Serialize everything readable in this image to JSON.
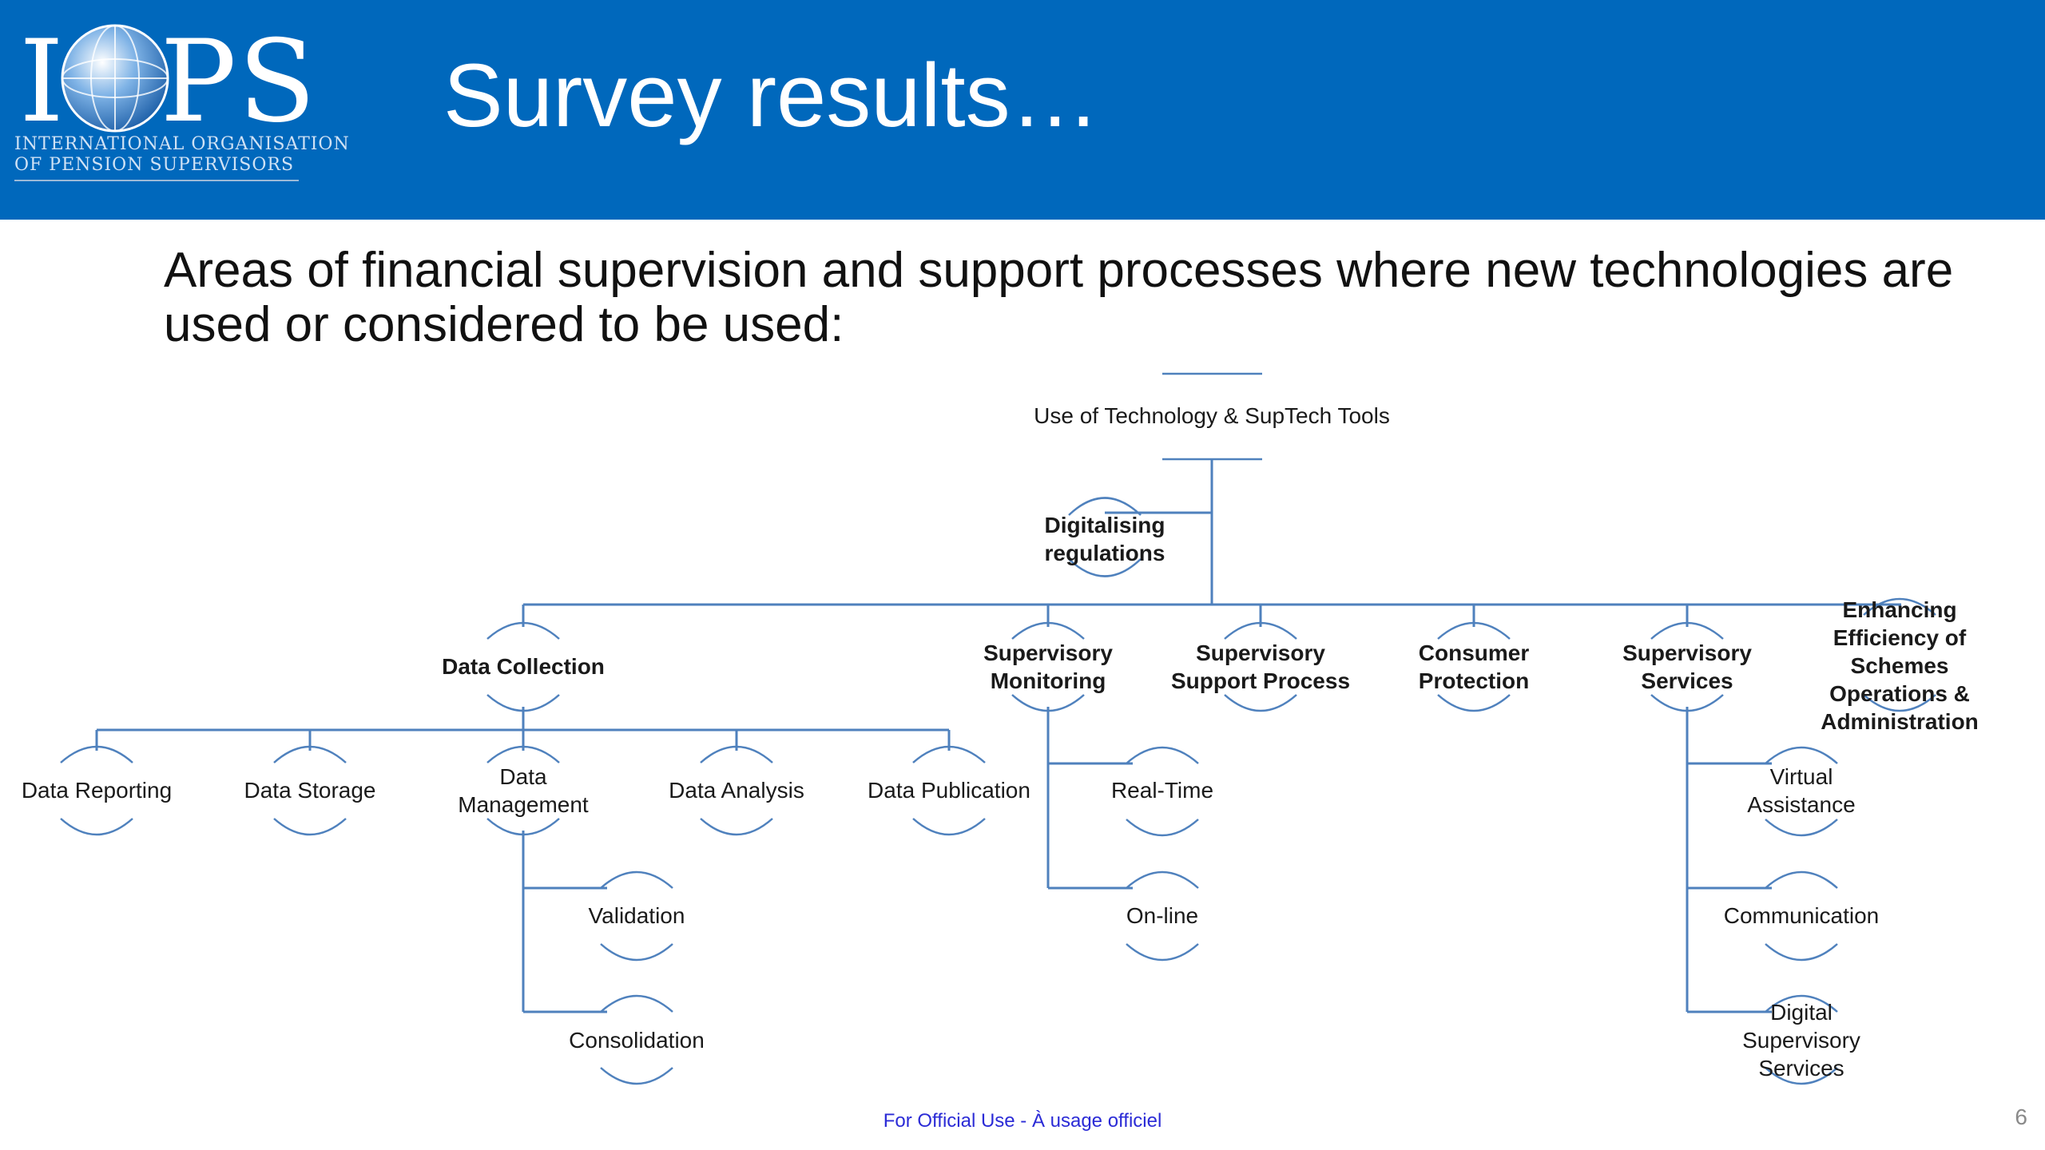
{
  "header": {
    "title": "Survey results…",
    "logo": {
      "text": "IOPS",
      "line1": "INTERNATIONAL ORGANISATION",
      "line2": "OF PENSION SUPERVISORS"
    }
  },
  "subtitle": "Areas of financial supervision and support processes where new technologies are used or considered to be used:",
  "diagram": {
    "root": "Use of Technology & SupTech Tools",
    "assistant": "Digitalising regulations",
    "branches": [
      {
        "label": "Data Collection",
        "children": [
          "Data Reporting",
          "Data Storage",
          "Data Management",
          "Data Analysis",
          "Data Publication"
        ],
        "data_management_children": [
          "Validation",
          "Consolidation"
        ]
      },
      {
        "label": "Supervisory Monitoring",
        "children": [
          "Real-Time",
          "On-line"
        ]
      },
      {
        "label": "Supervisory Support Process",
        "children": []
      },
      {
        "label": "Consumer Protection",
        "children": []
      },
      {
        "label": "Supervisory Services",
        "children": [
          "Virtual Assistance",
          "Communication",
          "Digital Supervisory Services"
        ]
      },
      {
        "label": "Enhancing Efficiency of Schemes Operations & Administration",
        "children": []
      }
    ]
  },
  "footer": "For Official Use - À usage officiel",
  "page_number": "6",
  "colors": {
    "header_bg": "#0068bc",
    "connector": "#4f81bd",
    "footer_text": "#2b2bd6"
  }
}
